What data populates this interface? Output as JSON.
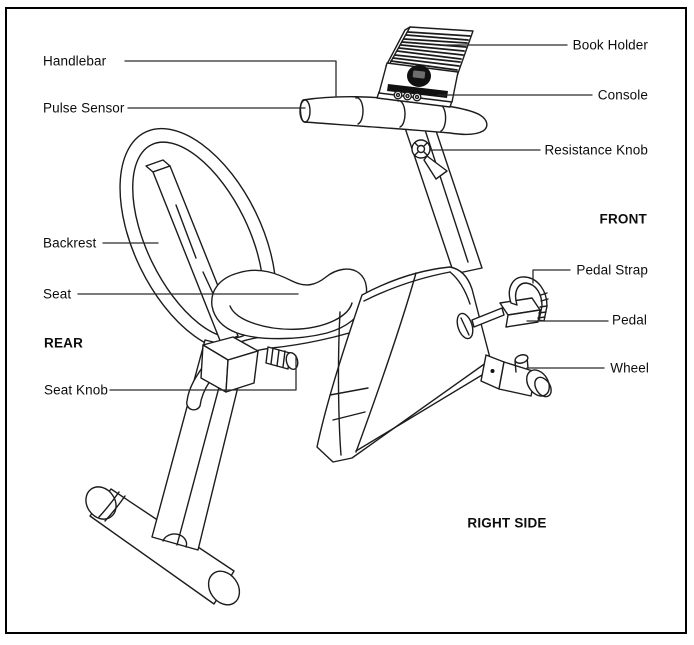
{
  "diagram": {
    "subject": "recumbent-exercise-bike-parts-diagram",
    "labels": {
      "handlebar": "Handlebar",
      "pulse_sensor": "Pulse Sensor",
      "backrest": "Backrest",
      "seat": "Seat",
      "seat_knob": "Seat Knob",
      "book_holder": "Book Holder",
      "console": "Console",
      "resistance_knob": "Resistance Knob",
      "pedal_strap": "Pedal Strap",
      "pedal": "Pedal",
      "wheel": "Wheel"
    },
    "orientation": {
      "rear": "REAR",
      "front": "FRONT",
      "right_side": "RIGHT SIDE"
    },
    "colors": {
      "line": "#1c1c1c",
      "leader_line": "#2b2b2b",
      "background": "#ffffff",
      "border": "#000000",
      "console_dark": "#111111"
    }
  }
}
